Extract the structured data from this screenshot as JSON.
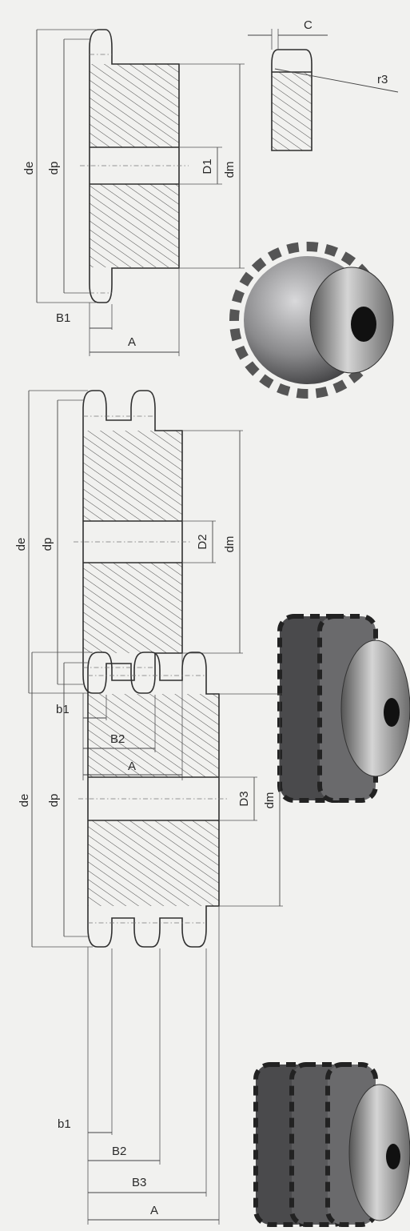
{
  "figure1": {
    "labels": {
      "de": "de",
      "dp": "dp",
      "d_bore": "D1",
      "dm": "dm",
      "b_width": "B1",
      "a_width": "A"
    },
    "detail": {
      "c": "C",
      "r": "r3"
    }
  },
  "figure2": {
    "labels": {
      "de": "de",
      "dp": "dp",
      "d_bore": "D2",
      "dm": "dm",
      "b_small": "b1",
      "b_mid": "B2",
      "a_width": "A"
    }
  },
  "figure3": {
    "labels": {
      "de": "de",
      "dp": "dp",
      "d_bore": "D3",
      "dm": "dm",
      "b_small": "b1",
      "b_mid": "B2",
      "b_large": "B3",
      "a_width": "A"
    }
  },
  "colors": {
    "background": "#f1f1ef",
    "line": "#2f2f2f",
    "hatch": "#3a3a3a",
    "metal_dark": "#3e3e40",
    "metal_light": "#d9d9db"
  }
}
